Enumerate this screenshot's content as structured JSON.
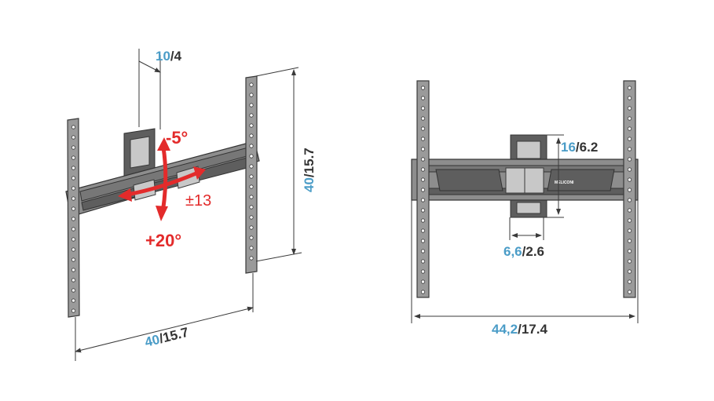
{
  "left_diagram": {
    "offset_dim": {
      "metric": "10",
      "sep": "/",
      "imperial": "4"
    },
    "tilt_up": "-5°",
    "tilt_down": "+20°",
    "swivel": "±13",
    "height_dim": {
      "metric": "40",
      "sep": "/",
      "imperial": "15.7"
    },
    "width_dim": {
      "metric": "40",
      "sep": "/",
      "imperial": "15.7"
    }
  },
  "right_diagram": {
    "arm_height_dim": {
      "metric": "16",
      "sep": "/",
      "imperial": "6.2"
    },
    "arm_width_dim": {
      "metric": "6,6",
      "sep": "/",
      "imperial": "2.6"
    },
    "total_width_dim": {
      "metric": "44,2",
      "sep": "/",
      "imperial": "17.4"
    },
    "brand_mark": "MELICONI"
  },
  "colors": {
    "metric": "#4a9cc7",
    "imperial": "#333333",
    "arrow": "#e32b2b"
  }
}
